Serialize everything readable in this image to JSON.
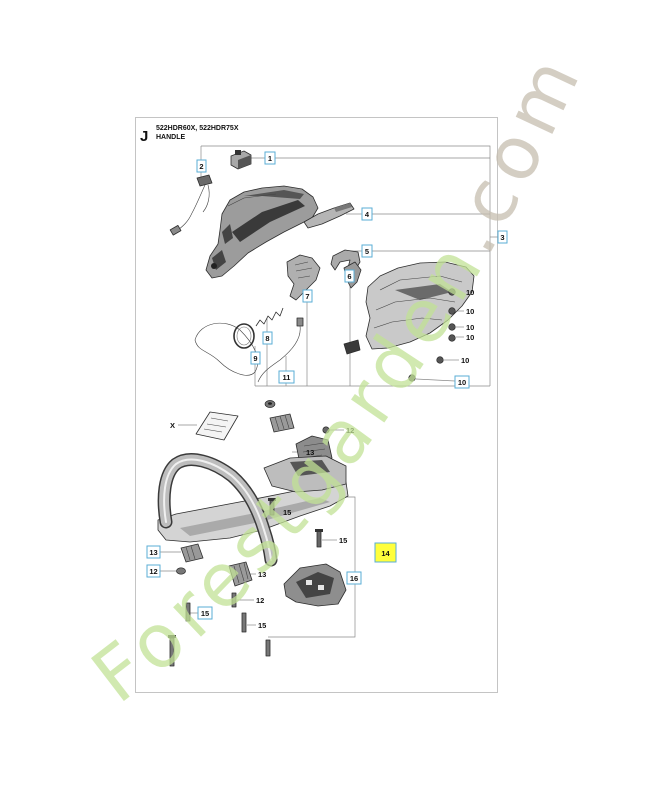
{
  "header": {
    "letter": "J",
    "models": "522HDR60X, 522HDR75X",
    "title": "HANDLE"
  },
  "callouts": [
    "1",
    "2",
    "3",
    "4",
    "5",
    "6",
    "7",
    "8",
    "9",
    "10",
    "10",
    "10",
    "10",
    "10",
    "10",
    "11",
    "X",
    "12",
    "13",
    "15",
    "15",
    "14",
    "16",
    "13",
    "12",
    "15",
    "13",
    "12",
    "15"
  ],
  "colors": {
    "highlight": "#ffff3c",
    "callout_border": "#5aaed6"
  },
  "watermark": {
    "main": "Forestgarden",
    "domain": ".com",
    "main_color": "#c2e296",
    "domain_color": "#c6beb0"
  }
}
